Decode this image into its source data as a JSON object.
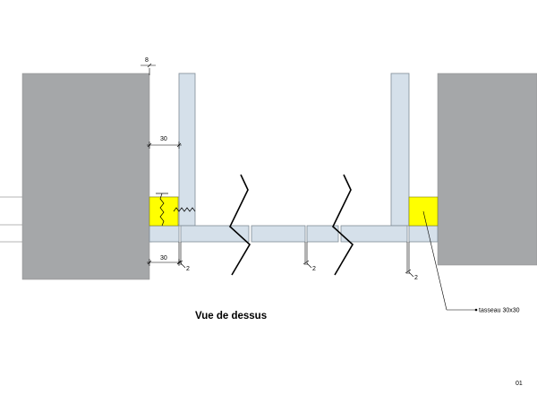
{
  "dimensions": {
    "gap": "8",
    "width_top": "30",
    "width_bottom": "30",
    "joint_left": "2",
    "joint_middle": "2",
    "joint_right": "2"
  },
  "labels": {
    "title": "Vue de dessus",
    "batten": "tasseau 30x30",
    "sheet_number": "01"
  },
  "colors": {
    "wall": "#a5a7a9",
    "panel": "#d5e0ea",
    "panel_stroke": "#7f8c96",
    "batten": "#ffff00",
    "line": "#000000"
  }
}
